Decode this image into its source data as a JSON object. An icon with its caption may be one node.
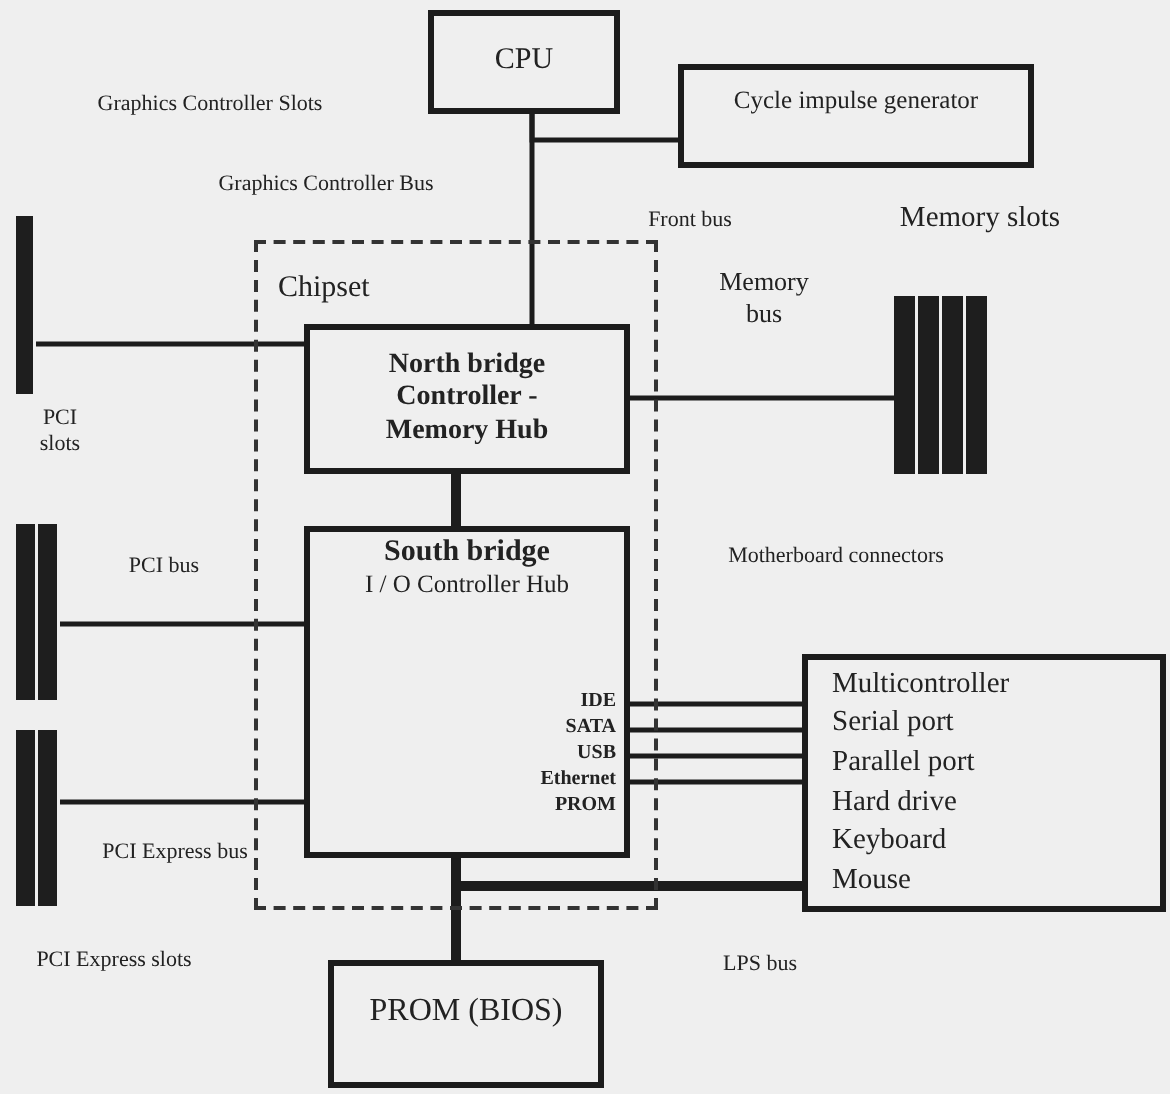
{
  "diagram": {
    "nodes": [
      {
        "text": [
          "CPU"
        ]
      },
      {
        "text": [
          "Cycle impulse generator"
        ]
      },
      {
        "text": [
          "Chipset"
        ]
      },
      {
        "text": [
          "North bridge Controller - Memory Hub"
        ],
        "in": 2
      },
      {
        "text": [
          "South bridge",
          "I / O Controller Hub",
          "IDE",
          "SATA",
          "USB",
          "Ethernet",
          "PROM"
        ],
        "in": 2
      },
      {
        "text": [
          "Multicontroller",
          "Serial port",
          "Parallel port",
          "Hard drive",
          "Keyboard",
          "Mouse"
        ]
      },
      {
        "text": [
          "PROM (BIOS)"
        ]
      },
      {
        "text": [],
        "shape": "bar",
        "beside": [
          "Memory slots"
        ]
      },
      {
        "text": [],
        "shape": "bar"
      },
      {
        "text": [],
        "shape": "bar"
      },
      {
        "text": [],
        "shape": "bar"
      }
    ],
    "edges": [
      {
        "from": 0,
        "to": 3,
        "arrow": "none"
      },
      {
        "from": 0,
        "to": 1,
        "arrow": "none"
      },
      {
        "from": 3,
        "to": 8,
        "arrow": "none"
      },
      {
        "from": 3,
        "to": 7,
        "arrow": "none"
      },
      {
        "from": 3,
        "to": 4,
        "arrow": "none",
        "style": "thick"
      },
      {
        "from": 4,
        "to": 9,
        "arrow": "none"
      },
      {
        "from": 4,
        "to": 10,
        "arrow": "none"
      },
      {
        "from": 4,
        "to": 5,
        "arrow": "none"
      },
      {
        "from": 4,
        "to": 5,
        "arrow": "none"
      },
      {
        "from": 4,
        "to": 5,
        "arrow": "none"
      },
      {
        "from": 4,
        "to": 5,
        "arrow": "none"
      },
      {
        "from": 4,
        "to": 6,
        "arrow": "none",
        "style": "thick"
      },
      {
        "from": 4,
        "to": 5,
        "arrow": "none",
        "style": "thick"
      }
    ],
    "labels": [
      "Graphics Controller Slots",
      "Graphics Controller Bus",
      "Front bus",
      "Memory bus",
      "PCI slots",
      "PCI bus",
      "Motherboard connectors",
      "PCI Express bus",
      "PCI Express slots",
      "LPS bus"
    ]
  }
}
